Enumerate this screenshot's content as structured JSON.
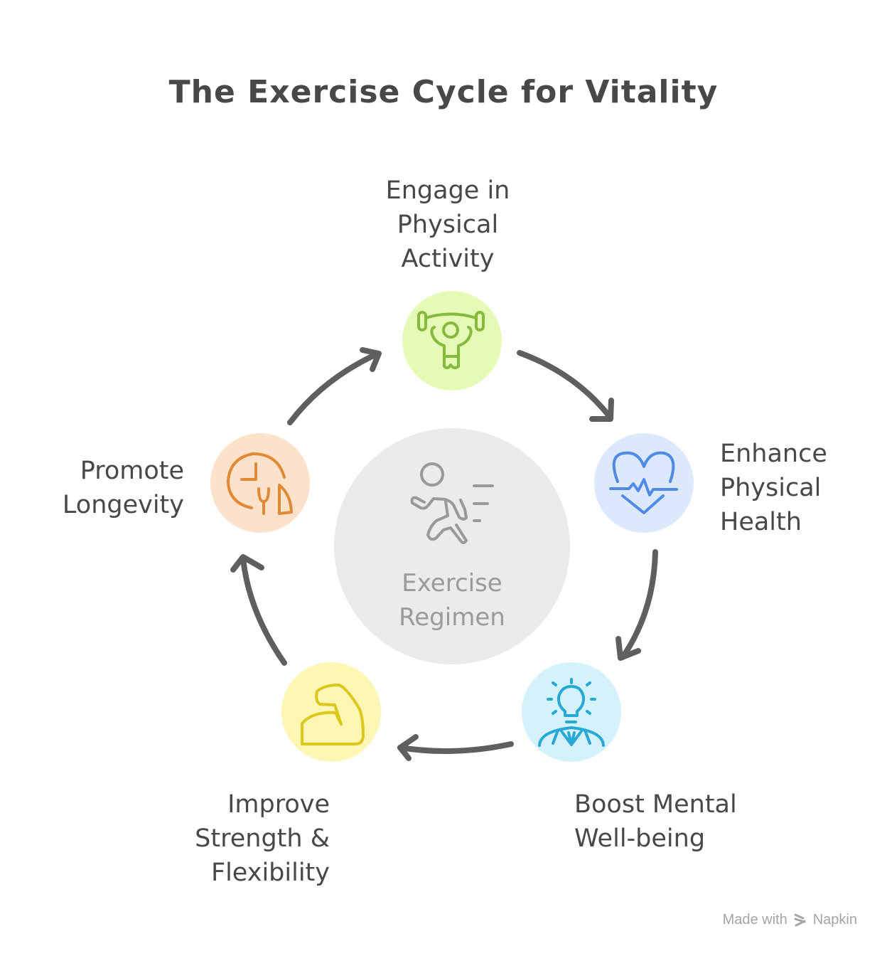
{
  "title": "The Exercise Cycle for Vitality",
  "center": {
    "label_line1": "Exercise",
    "label_line2": "Regimen",
    "icon": "running-person-icon",
    "color": "#ebebeb"
  },
  "steps": [
    {
      "lines": [
        "Engage in",
        "Physical",
        "Activity"
      ],
      "icon": "weightlifter-icon",
      "bg": "#e6fab8",
      "stroke": "#84bb3a"
    },
    {
      "lines": [
        "Enhance",
        "Physical",
        "Health"
      ],
      "icon": "heartbeat-icon",
      "bg": "#dce8fc",
      "stroke": "#4f8be6"
    },
    {
      "lines": [
        "Boost Mental",
        "Well-being"
      ],
      "icon": "lightbulb-person-icon",
      "bg": "#d4f2fc",
      "stroke": "#29a8d8"
    },
    {
      "lines": [
        "Improve",
        "Strength &",
        "Flexibility"
      ],
      "icon": "flexed-arm-icon",
      "bg": "#fdf6b4",
      "stroke": "#dcc81a"
    },
    {
      "lines": [
        "Promote",
        "Longevity"
      ],
      "icon": "clock-plant-icon",
      "bg": "#fde2cb",
      "stroke": "#e08a34"
    }
  ],
  "footer": {
    "made_with": "Made with",
    "brand": "Napkin",
    "icon": "napkin-logo-icon"
  }
}
